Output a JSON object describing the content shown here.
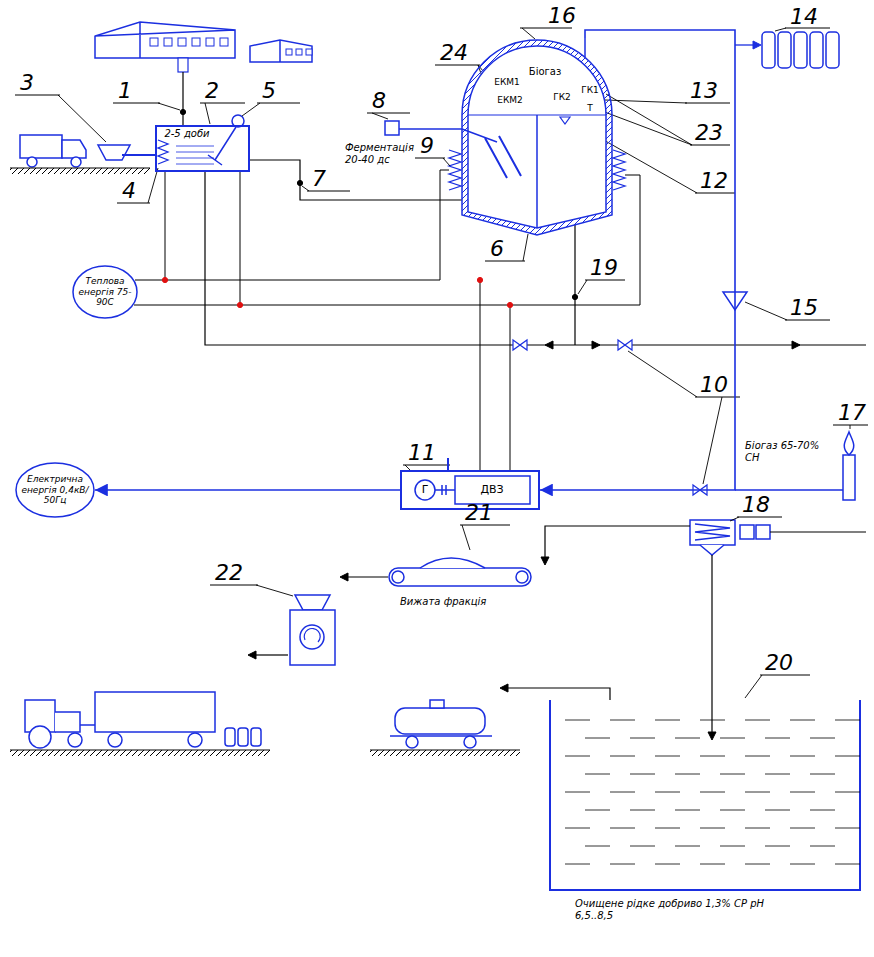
{
  "diagram": {
    "nodes": [
      {
        "text": [
          "2-5 доби"
        ]
      },
      {
        "text": [
          "Біогаз",
          "ЕКМ1",
          "ЕКМ2",
          "ГК1",
          "ГК2",
          "Т"
        ]
      },
      {
        "text": [
          "Теплова енергія 75-90С"
        ]
      },
      {
        "text": [
          "Г",
          "ДВЗ"
        ]
      },
      {
        "text": [
          "Електрична енергія 0,4кВ/ 50Гц"
        ]
      }
    ],
    "edges": [
      {
        "from": 1,
        "to": 3,
        "arrow": "to"
      },
      {
        "from": 3,
        "to": 4,
        "arrow": "to"
      }
    ],
    "labels": [
      "1",
      "2",
      "3",
      "4",
      "5",
      "6",
      "7",
      "8",
      "9",
      "Ферментація 20-40 дс",
      "10",
      "11",
      "12",
      "13",
      "14",
      "15",
      "16",
      "17",
      "18",
      "19",
      "20",
      "21",
      "22",
      "23",
      "24",
      "Біогаз 65-70% СН",
      "Вижата фракція",
      "Очищене рідке добриво 1,3% СР рН 6,5..8,5"
    ]
  }
}
